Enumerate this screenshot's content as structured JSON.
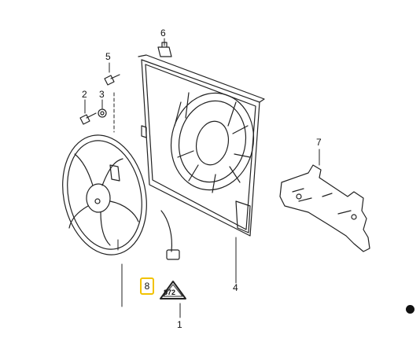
{
  "callouts": {
    "c1": "1",
    "c2": "2",
    "c3": "3",
    "c4": "4",
    "c5": "5",
    "c6": "6",
    "c7": "7",
    "c8": "8"
  },
  "symbol_text": "872",
  "colors": {
    "line": "#222222",
    "highlight": "#f2c200",
    "background": "#ffffff"
  },
  "icons": {
    "fan": "fan-blade-icon",
    "shroud": "radiator-shroud-icon",
    "bracket": "bracket-icon",
    "screw": "screw-icon",
    "nut": "nut-icon",
    "clip": "clip-icon",
    "part_symbol": "warning-triangle-icon"
  }
}
